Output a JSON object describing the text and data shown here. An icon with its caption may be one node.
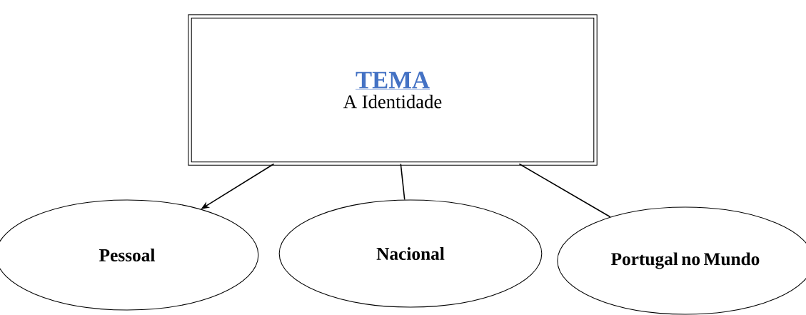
{
  "diagram": {
    "nodes": [
      {
        "text": [
          "TEMA",
          "A Identidade"
        ]
      },
      {
        "text": [
          "Pessoal"
        ]
      },
      {
        "text": [
          "Nacional"
        ]
      },
      {
        "text": [
          "Portugal no Mundo"
        ]
      }
    ],
    "edges": [
      {
        "from": 0,
        "to": 1,
        "arrow": "to"
      },
      {
        "from": 0,
        "to": 2,
        "arrow": "none"
      },
      {
        "from": 0,
        "to": 3,
        "arrow": "none"
      }
    ]
  }
}
